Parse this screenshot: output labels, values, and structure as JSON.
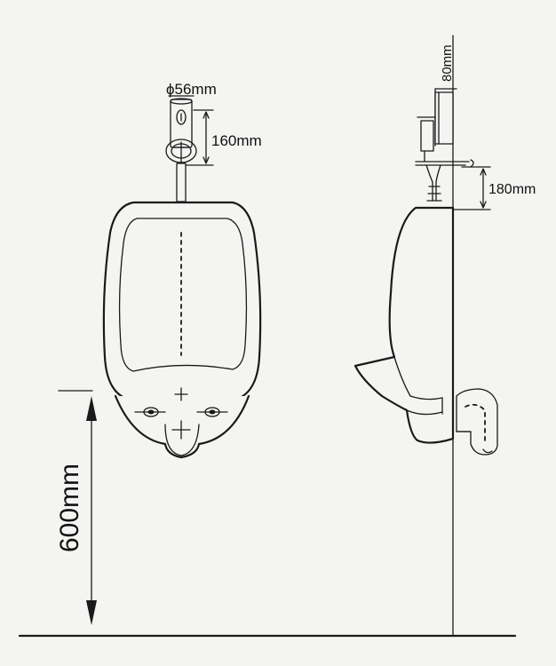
{
  "labels": {
    "diameter": "ϕ56mm",
    "valve_height": "160mm",
    "top_height": "80mm",
    "side_gap": "180mm",
    "floor_height": "600mm"
  },
  "colors": {
    "ink": "#1a1a1a",
    "paper": "#f4f4f2"
  }
}
